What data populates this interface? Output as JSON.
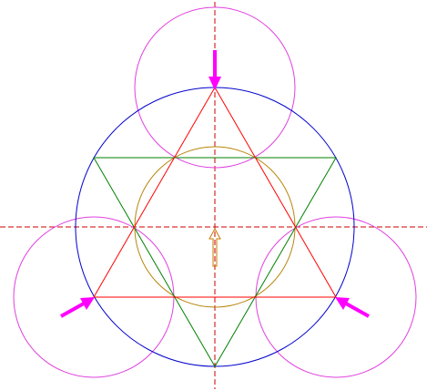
{
  "diagram": {
    "description_visible_text": "",
    "colors": {
      "background": "#ffffff",
      "centerline": "#cc0000",
      "big_circle": "#0000cc",
      "small_circles": "#e040e0",
      "inner_circle": "#b8860b",
      "triangle_up": "#ff0000",
      "triangle_down": "#008000",
      "arrows": "#ff00ff",
      "center_arrow": "#c87800"
    },
    "elements": {
      "centerlines": 2,
      "big_circle": 1,
      "inner_circle": 1,
      "outer_circles": 3,
      "triangles": 2,
      "force_arrows": 3,
      "center_arrow": 1
    }
  }
}
